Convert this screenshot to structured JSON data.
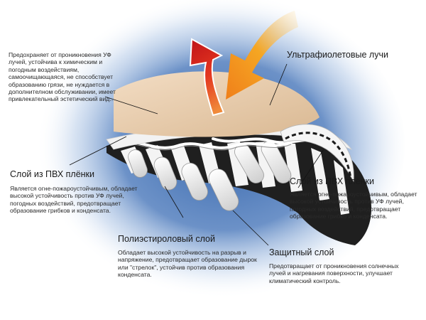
{
  "labels": {
    "uv": "Ультрафиолетовые лучи",
    "top_desc": "Предохраняет от проникновения УФ лучей, устойчива к химическим и погодным воздействиям, самоочищающаяся, не способствует образованию грязи, не нуждается в дополнителном обслуживании, имеет привлекательный эстетический вид..",
    "pvc_left_title": "Слой из ПВХ плёнки",
    "pvc_left_desc": "Является огне-пожароустойчивым, обладает высокой устойчивость против УФ лучей, погодных воздействий, предотвращает образование грибков и конденсата.",
    "pvc_right_title": "Слой из ПВХ плёнки",
    "pvc_right_desc": "Является огне-пожароустойчивым, обладает высокой устойчивость против УФ лучей, погодных воздействий, предотвращает образование грибко и конденсата.",
    "polyester_title": "Полиэстироловый слой",
    "polyester_desc": "Обладает высокой устойчивость на разрыв и напряжение, предотвращает образование дырок или \"стрелок\", устойчив против образования конденсата.",
    "protective_title": "Защитный слой",
    "protective_desc": "Предотвращает от проникновения солнечных лучей и нагревания поверхности, улучшает климатический контроль."
  },
  "colors": {
    "halo": "#2d5fa8",
    "top_layer": "#e8cdb0",
    "white_layer": "#f2f2f2",
    "fiber": "#1f1f1f",
    "arrow_hot": "#d8281e",
    "arrow_warm": "#f5a623"
  },
  "icons": [
    "uv-incoming-arrow-icon",
    "uv-reflected-arrow-icon"
  ]
}
